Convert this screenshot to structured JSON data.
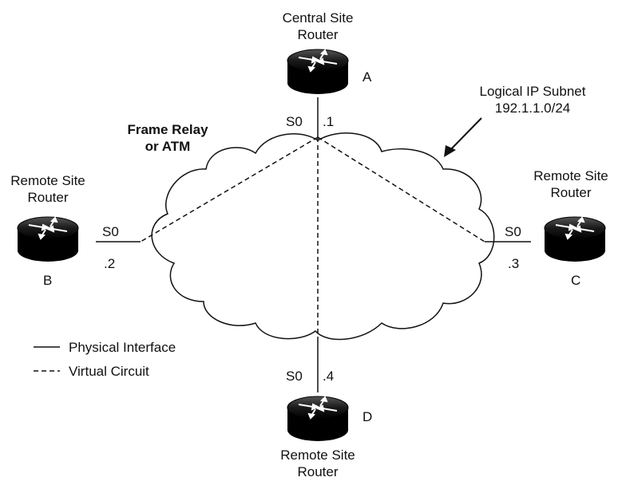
{
  "routers": {
    "a": {
      "title_line1": "Central Site",
      "title_line2": "Router",
      "letter": "A",
      "interface": "S0",
      "address": ".1"
    },
    "b": {
      "title_line1": "Remote Site",
      "title_line2": "Router",
      "letter": "B",
      "interface": "S0",
      "address": ".2"
    },
    "c": {
      "title_line1": "Remote Site",
      "title_line2": "Router",
      "letter": "C",
      "interface": "S0",
      "address": ".3"
    },
    "d": {
      "title_line1": "Remote Site",
      "title_line2": "Router",
      "letter": "D",
      "interface": "S0",
      "address": ".4"
    }
  },
  "cloud": {
    "line1": "Frame Relay",
    "line2": "or ATM"
  },
  "subnet": {
    "line1": "Logical IP Subnet",
    "line2": "192.1.1.0/24"
  },
  "legend": {
    "physical": "Physical Interface",
    "virtual": "Virtual Circuit"
  },
  "colors": {
    "line": "#111111",
    "router_body": "#1a1a1a",
    "background": "#ffffff"
  }
}
